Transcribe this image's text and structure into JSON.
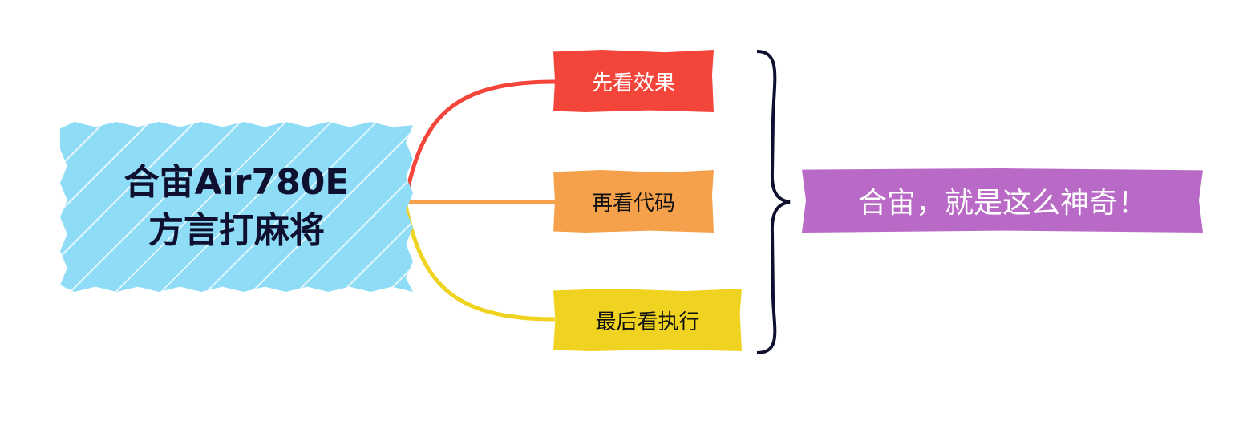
{
  "central_topic": {
    "line1": "合宙Air780E",
    "line2": "方言打麻将"
  },
  "branches": [
    {
      "label": "先看效果",
      "color": "#f4453a"
    },
    {
      "label": "再看代码",
      "color": "#f5a14b"
    },
    {
      "label": "最后看执行",
      "color": "#f0d220"
    }
  ],
  "summary": {
    "label": "合宙，就是这么神奇！",
    "color": "#b96ac6"
  },
  "colors": {
    "central": "#8fdcf7",
    "brace": "#0f1030"
  }
}
